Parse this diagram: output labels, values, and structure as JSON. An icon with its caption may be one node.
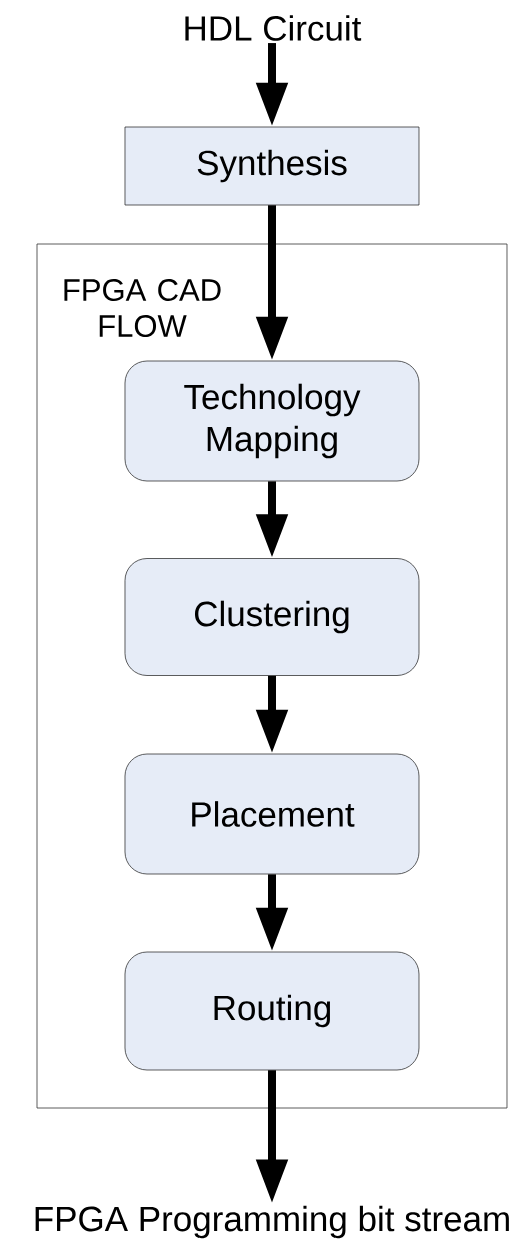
{
  "diagram": {
    "nodes": [
      {
        "text": [
          "HDL Circuit"
        ]
      },
      {
        "text": [
          "Synthesis"
        ]
      },
      {
        "text": [
          "FPGA CAD FLOW"
        ]
      },
      {
        "text": [
          "Technology Mapping"
        ],
        "in": 2
      },
      {
        "text": [
          "Clustering"
        ],
        "in": 2
      },
      {
        "text": [
          "Placement"
        ],
        "in": 2
      },
      {
        "text": [
          "Routing"
        ],
        "in": 2
      },
      {
        "text": [
          "FPGA Programming bit stream"
        ]
      }
    ],
    "edges": [
      {
        "from": 0,
        "to": 1,
        "arrow": "to"
      },
      {
        "from": 1,
        "to": 3,
        "arrow": "to"
      },
      {
        "from": 3,
        "to": 4,
        "arrow": "to"
      },
      {
        "from": 4,
        "to": 5,
        "arrow": "to"
      },
      {
        "from": 5,
        "to": 6,
        "arrow": "to"
      },
      {
        "from": 6,
        "to": 7,
        "arrow": "to"
      }
    ]
  }
}
